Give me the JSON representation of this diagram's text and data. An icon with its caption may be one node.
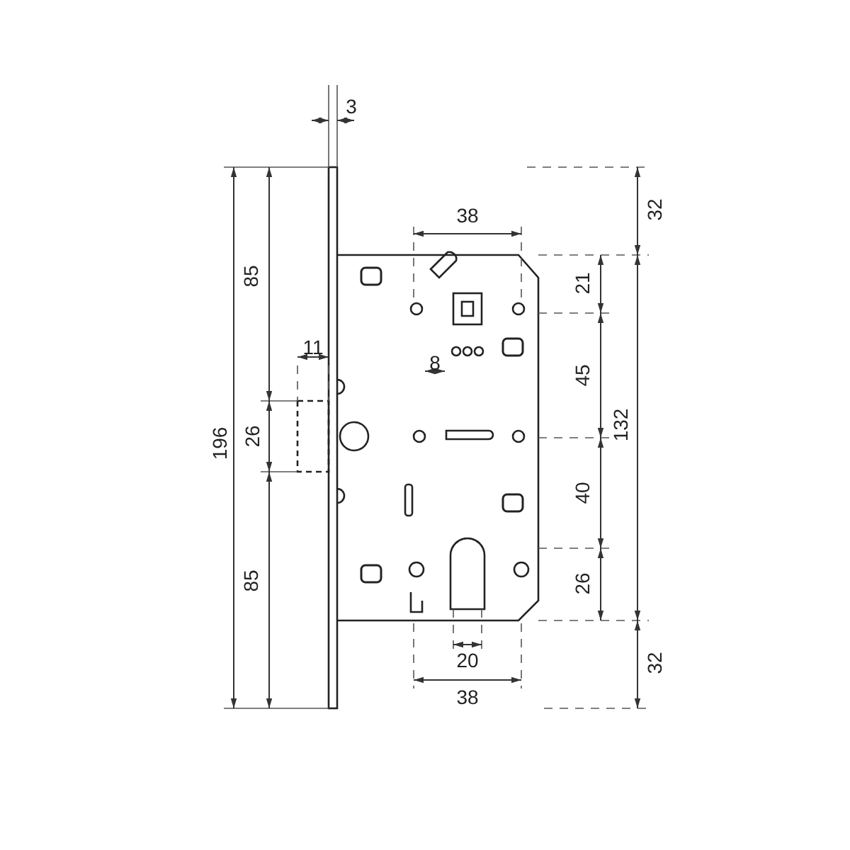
{
  "diagram": {
    "labels": [
      "3",
      "38",
      "32",
      "85",
      "21",
      "11",
      "8",
      "45",
      "196",
      "26",
      "132",
      "40",
      "85",
      "26",
      "20",
      "32",
      "38"
    ]
  }
}
